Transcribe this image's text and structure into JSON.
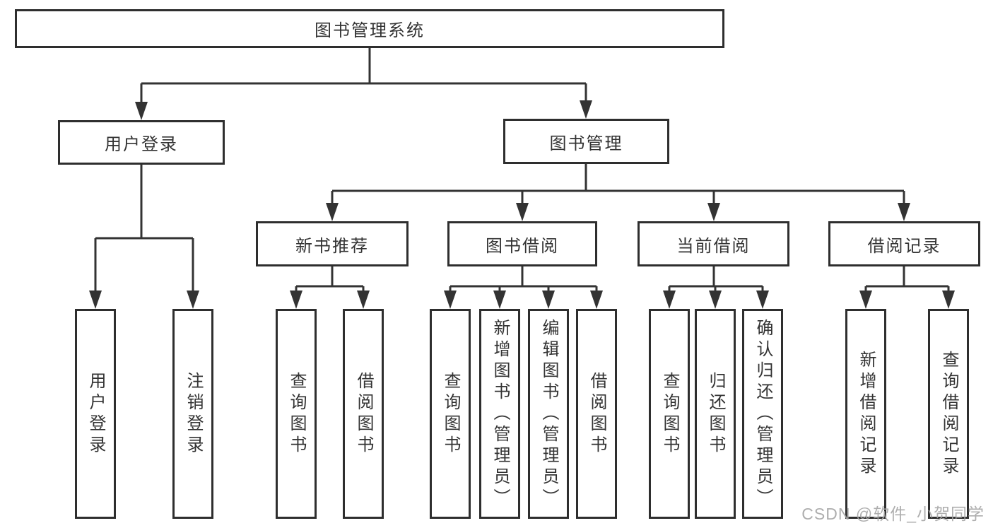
{
  "diagram": {
    "title": "图书管理系统",
    "watermark": "CSDN @软件_小贺同学",
    "colors": {
      "line": "#333333",
      "box_border": "#2e2e2e",
      "box_bg": "#ffffff",
      "text": "#333333",
      "watermark": "#a6a6a6"
    },
    "branches": {
      "user_login": {
        "label": "用户登录",
        "children": [
          "用户登录",
          "注销登录"
        ]
      },
      "book_mgmt": {
        "label": "图书管理",
        "sections": [
          {
            "label": "新书推荐",
            "children": [
              "查询图书",
              "借阅图书"
            ]
          },
          {
            "label": "图书借阅",
            "children": [
              "查询图书",
              "新增图书（管理员）",
              "编辑图书（管理员）",
              "借阅图书"
            ]
          },
          {
            "label": "当前借阅",
            "children": [
              "查询图书",
              "归还图书",
              "确认归还（管理员）"
            ]
          },
          {
            "label": "借阅记录",
            "children": [
              "新增借阅记录",
              "查询借阅记录"
            ]
          }
        ]
      }
    }
  }
}
